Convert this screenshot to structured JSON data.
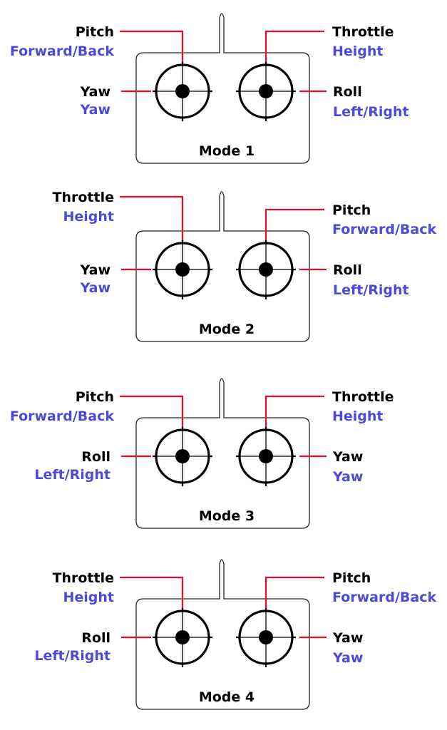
{
  "colors": {
    "function_label": "#000000",
    "motion_label": "#4B4BD6",
    "leader_line": "#E0102A"
  },
  "modes": [
    {
      "name": "Mode 1",
      "left_stick": {
        "vertical": [
          "Pitch",
          "Forward/Back"
        ],
        "horizontal": [
          "Yaw",
          "Yaw"
        ]
      },
      "right_stick": {
        "vertical": [
          "Throttle",
          "Height"
        ],
        "horizontal": [
          "Roll",
          "Left/Right"
        ]
      }
    },
    {
      "name": "Mode 2",
      "left_stick": {
        "vertical": [
          "Throttle",
          "Height"
        ],
        "horizontal": [
          "Yaw",
          "Yaw"
        ]
      },
      "right_stick": {
        "vertical": [
          "Pitch",
          "Forward/Back"
        ],
        "horizontal": [
          "Roll",
          "Left/Right"
        ]
      }
    },
    {
      "name": "Mode 3",
      "left_stick": {
        "vertical": [
          "Pitch",
          "Forward/Back"
        ],
        "horizontal": [
          "Roll",
          "Left/Right"
        ]
      },
      "right_stick": {
        "vertical": [
          "Throttle",
          "Height"
        ],
        "horizontal": [
          "Yaw",
          "Yaw"
        ]
      }
    },
    {
      "name": "Mode 4",
      "left_stick": {
        "vertical": [
          "Throttle",
          "Height"
        ],
        "horizontal": [
          "Roll",
          "Left/Right"
        ]
      },
      "right_stick": {
        "vertical": [
          "Pitch",
          "Forward/Back"
        ],
        "horizontal": [
          "Yaw",
          "Yaw"
        ]
      }
    }
  ]
}
